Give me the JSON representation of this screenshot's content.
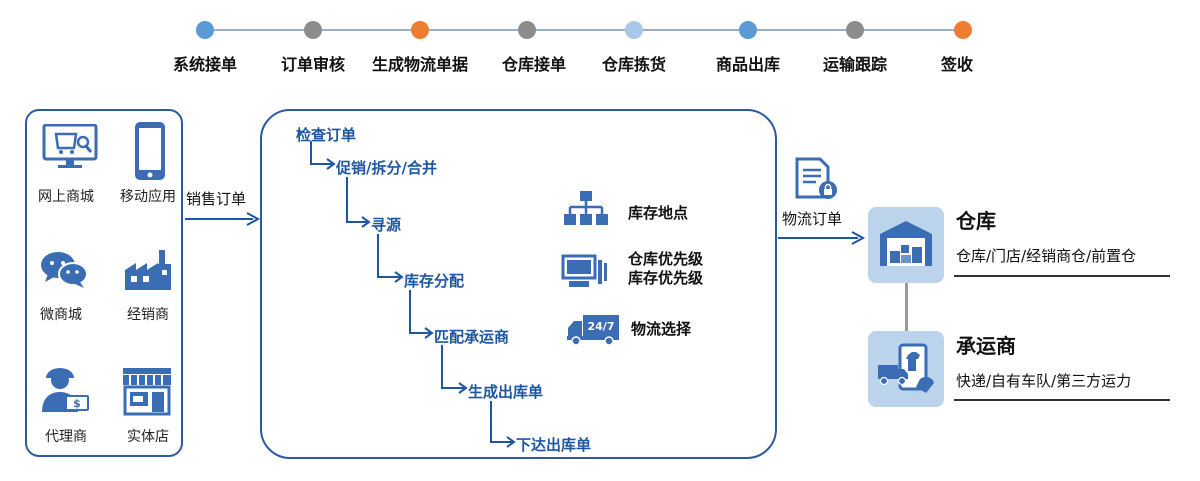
{
  "timeline": {
    "steps": [
      {
        "label": "系统接单",
        "color": "#5b9bd5"
      },
      {
        "label": "订单审核",
        "color": "#8c8c8c"
      },
      {
        "label": "生成物流单据",
        "color": "#ed7d31"
      },
      {
        "label": "仓库接单",
        "color": "#8c8c8c"
      },
      {
        "label": "仓库拣货",
        "color": "#a9c7ea"
      },
      {
        "label": "商品出库",
        "color": "#5b9bd5"
      },
      {
        "label": "运输跟踪",
        "color": "#8c8c8c"
      },
      {
        "label": "签收",
        "color": "#ed7d31"
      }
    ]
  },
  "channels": [
    {
      "label": "网上商城",
      "icon": "monitor-shop-icon"
    },
    {
      "label": "移动应用",
      "icon": "smartphone-icon"
    },
    {
      "label": "微商城",
      "icon": "wechat-icon"
    },
    {
      "label": "经销商",
      "icon": "factory-icon"
    },
    {
      "label": "代理商",
      "icon": "agent-icon"
    },
    {
      "label": "实体店",
      "icon": "storefront-icon"
    }
  ],
  "sales_order_label": "销售订单",
  "process_steps": [
    "检查订单",
    "促销/拆分/合并",
    "寻源",
    "库存分配",
    "匹配承运商",
    "生成出库单",
    "下达出库单"
  ],
  "features": [
    {
      "label": "库存地点",
      "icon": "hierarchy-icon"
    },
    {
      "label": "仓库优先级",
      "label2": "库存优先级",
      "icon": "computer-icon"
    },
    {
      "label": "物流选择",
      "icon": "delivery-truck-icon"
    }
  ],
  "logistics_order_label": "物流订单",
  "warehouse": {
    "title": "仓库",
    "desc": "仓库/门店/经销商仓/前置仓",
    "icon": "warehouse-icon"
  },
  "carrier": {
    "title": "承运商",
    "desc": "快递/自有车队/第三方运力",
    "icon": "carrier-icon"
  },
  "colors": {
    "primary": "#1f56a3",
    "border": "#2b5aa0",
    "icon_blue": "#3a6db3",
    "tile": "#bcd3ec"
  }
}
